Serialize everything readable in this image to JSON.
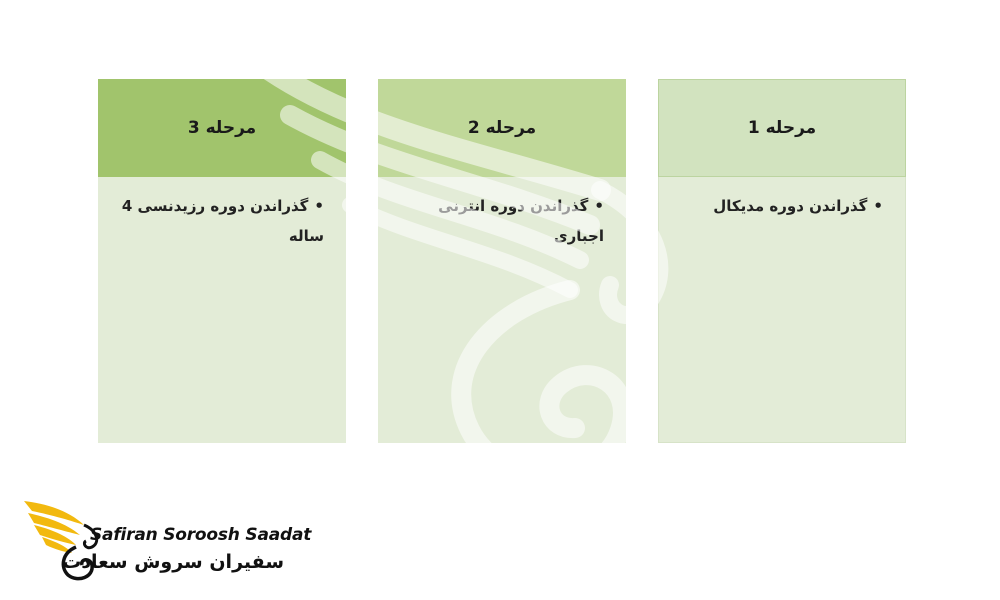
{
  "stages": [
    {
      "title": "مرحله 1",
      "item": "گذراندن دوره مدیکال"
    },
    {
      "title": "مرحله 2",
      "item": "گذراندن دوره انترنی اجباری"
    },
    {
      "title": "مرحله 3",
      "item": "گذراندن دوره رزیدنسی 4 ساله"
    }
  ],
  "logo": {
    "latin": "Safiran Soroosh Saadat",
    "persian": "سفیران سروش سعادت"
  },
  "colors": {
    "stage1_header": "#d2e3bf",
    "stage2_header": "#c0d899",
    "stage3_header": "#a1c46c",
    "body": "#e3ecd7",
    "logo_gold": "#f2b90f"
  }
}
